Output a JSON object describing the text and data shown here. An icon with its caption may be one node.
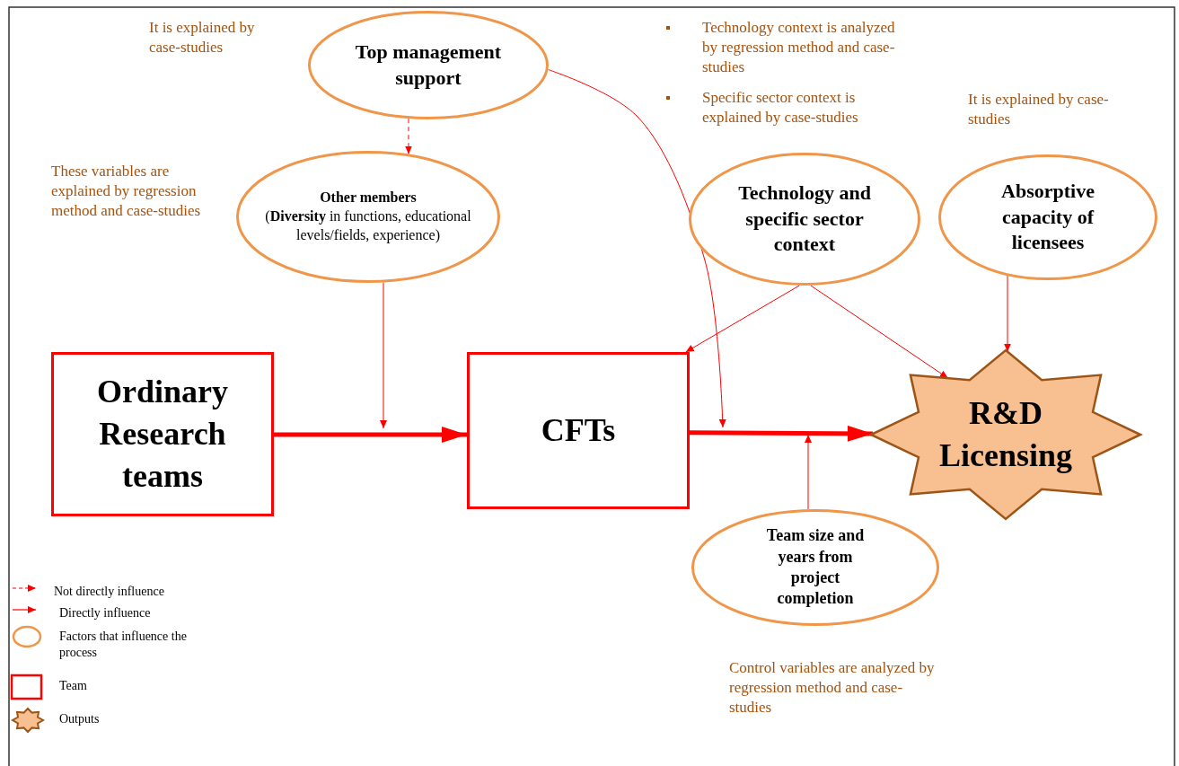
{
  "diagram": {
    "nodes": [
      {
        "text": [
          "Top management support"
        ]
      },
      {
        "text": [
          "Other members",
          "(**Diversity** in functions, educational levels/fields, experience)"
        ]
      },
      {
        "text": [
          "Technology and specific sector context"
        ]
      },
      {
        "text": [
          "Absorptive capacity of licensees"
        ]
      },
      {
        "text": [
          "Ordinary Research teams"
        ]
      },
      {
        "text": [
          "CFTs"
        ]
      },
      {
        "text": [
          "R&D Licensing"
        ]
      },
      {
        "text": [
          "Team size and years from project completion"
        ]
      }
    ],
    "edges": [
      {
        "from": 0,
        "to": 1,
        "arrow": "to",
        "style": "dashed"
      },
      {
        "from": 0,
        "to": null,
        "arrow": "to"
      },
      {
        "from": 1,
        "to": null,
        "arrow": "to"
      },
      {
        "from": 2,
        "to": 5,
        "arrow": "to"
      },
      {
        "from": 2,
        "to": 6,
        "arrow": "to"
      },
      {
        "from": 3,
        "to": 6,
        "arrow": "to"
      },
      {
        "from": 4,
        "to": 5,
        "arrow": "to",
        "style": "thick"
      },
      {
        "from": 5,
        "to": 6,
        "arrow": "to",
        "style": "thick"
      },
      {
        "from": 7,
        "to": null,
        "arrow": "to"
      }
    ],
    "labels": [
      "It is explained by case-studies",
      "Technology context is analyzed by regression method and case-studies",
      "Specific sector context is explained by case-studies",
      "These variables are explained by regression method and case-studies",
      "It is explained by case-studies",
      "Control variables are analyzed by regression method and case-studies"
    ],
    "legend": [
      {
        "text": "Not directly influence"
      },
      {
        "text": "Directly influence"
      },
      {
        "text": "Factors that influence the process"
      },
      {
        "text": "Team"
      },
      {
        "text": "Outputs"
      }
    ]
  }
}
